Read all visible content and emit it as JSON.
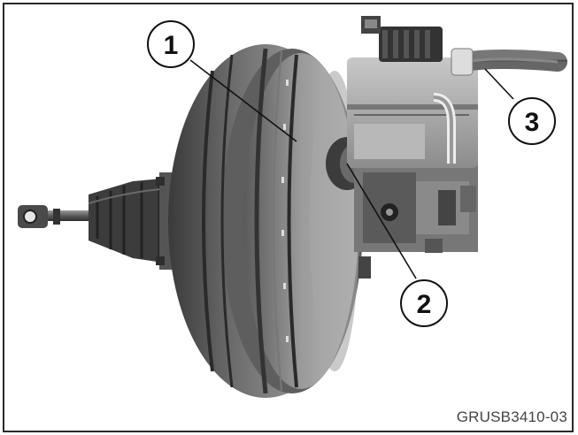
{
  "figure": {
    "code": "GRUSB3410-03",
    "callouts": [
      {
        "label": "1"
      },
      {
        "label": "2"
      },
      {
        "label": "3"
      }
    ]
  }
}
